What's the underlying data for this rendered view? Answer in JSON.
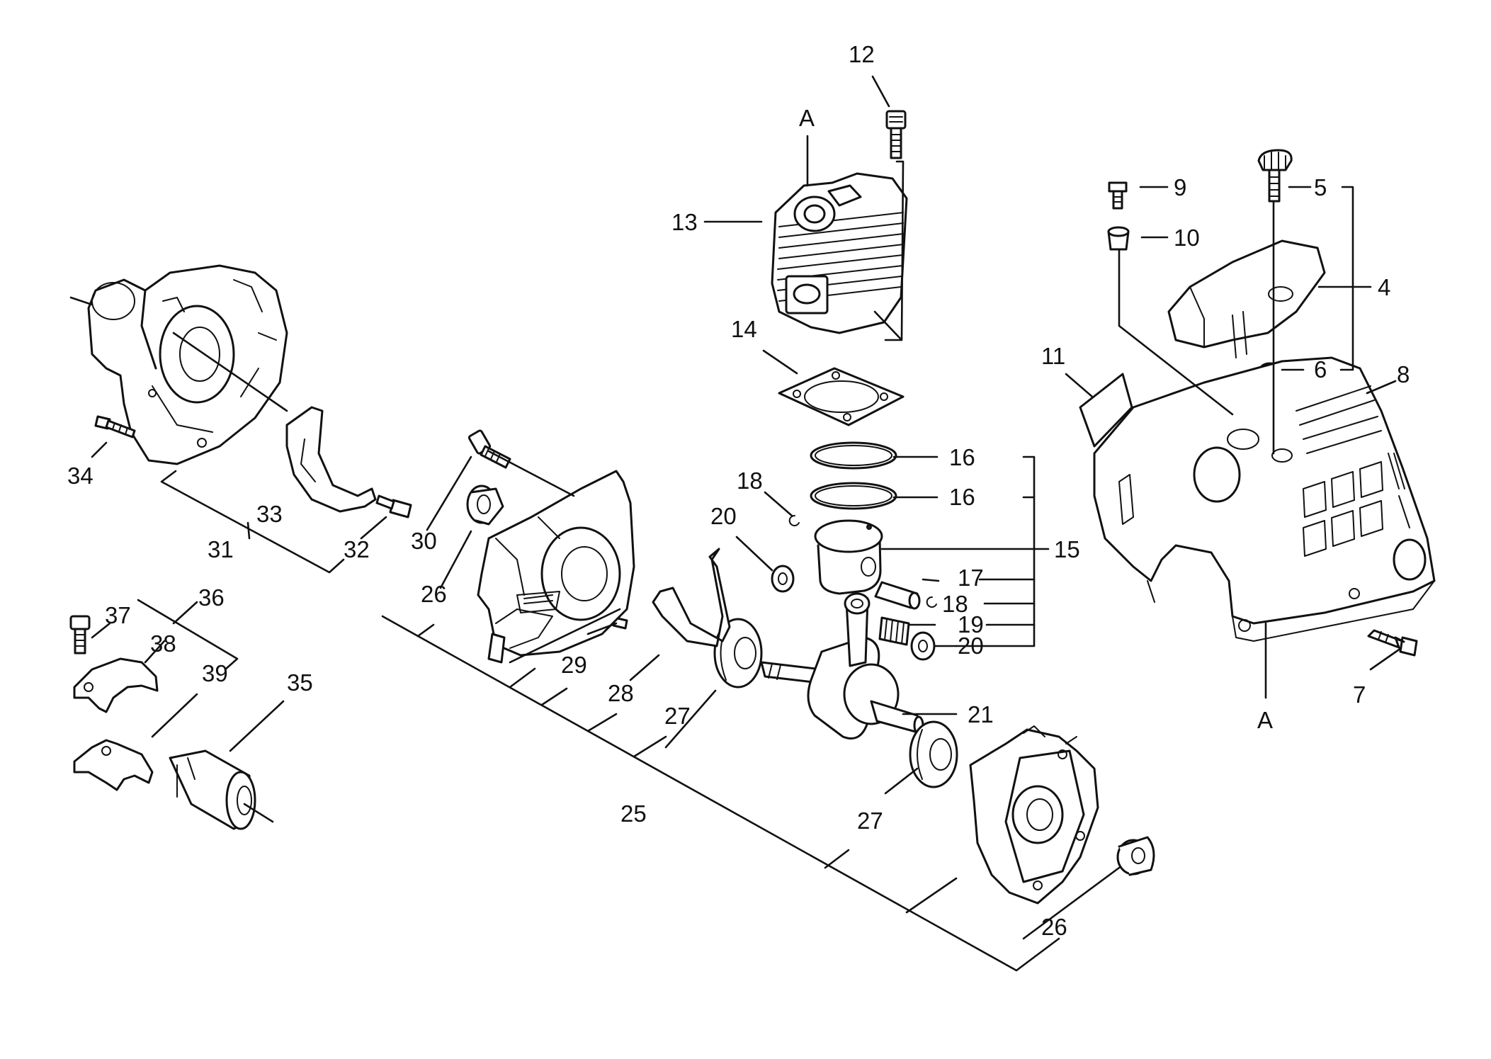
{
  "callouts": {
    "n4": "4",
    "n5": "5",
    "n6": "6",
    "n7": "7",
    "n8": "8",
    "n9": "9",
    "n10": "10",
    "n11": "11",
    "n12": "12",
    "n13": "13",
    "n14": "14",
    "n15": "15",
    "n16a": "16",
    "n16b": "16",
    "n17": "17",
    "n18a": "18",
    "n18b": "18",
    "n19": "19",
    "n20a": "20",
    "n20b": "20",
    "n21": "21",
    "n25": "25",
    "n26a": "26",
    "n26b": "26",
    "n27a": "27",
    "n27b": "27",
    "n28": "28",
    "n29": "29",
    "n30": "30",
    "n31": "31",
    "n32": "32",
    "n33": "33",
    "n34": "34",
    "n35": "35",
    "n36": "36",
    "n37": "37",
    "n38": "38",
    "n39": "39",
    "refA1": "A",
    "refA2": "A"
  },
  "colors": {
    "ink": "#111111",
    "paper": "#ffffff"
  }
}
